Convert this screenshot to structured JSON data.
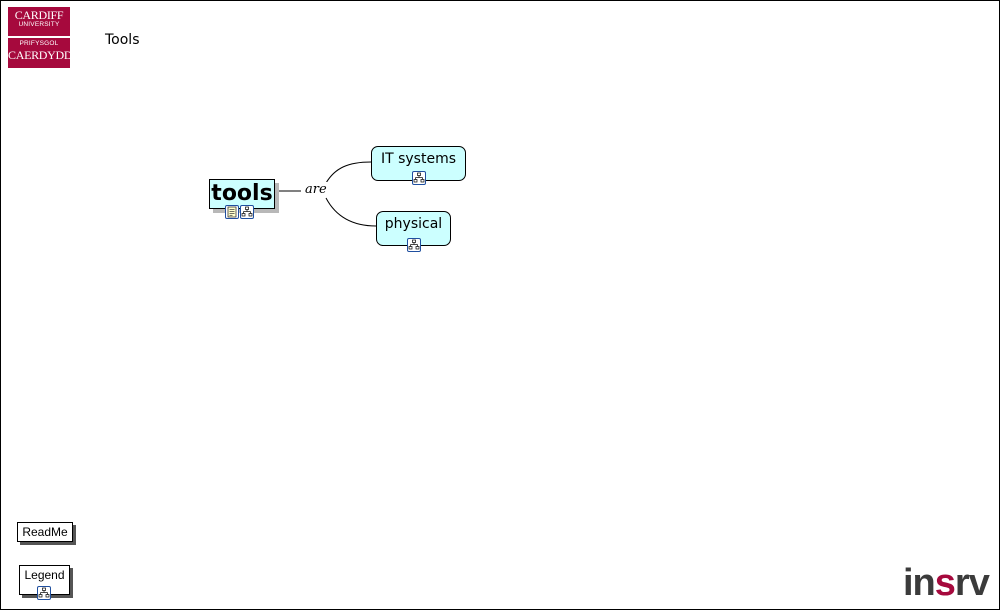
{
  "page": {
    "title": "Tools"
  },
  "logo": {
    "line1": "CARDIFF",
    "line2": "UNIVERSITY",
    "line3": "PRIFYSGOL",
    "line4": "CAERDYDD",
    "brand_color": "#a6093d"
  },
  "concept_map": {
    "main_concept": {
      "label": "tools",
      "icons": [
        "document-icon",
        "submap-icon"
      ]
    },
    "link_phrase": "are",
    "children": [
      {
        "label": "IT systems",
        "icons": [
          "submap-icon"
        ]
      },
      {
        "label": "physical",
        "icons": [
          "submap-icon"
        ]
      }
    ],
    "node_color": "#ccffff"
  },
  "buttons": {
    "readme": "ReadMe",
    "legend": "Legend"
  },
  "footer_logo": {
    "text_a": "in",
    "text_b": "s",
    "text_c": "rv",
    "accent_color": "#a6093d"
  }
}
